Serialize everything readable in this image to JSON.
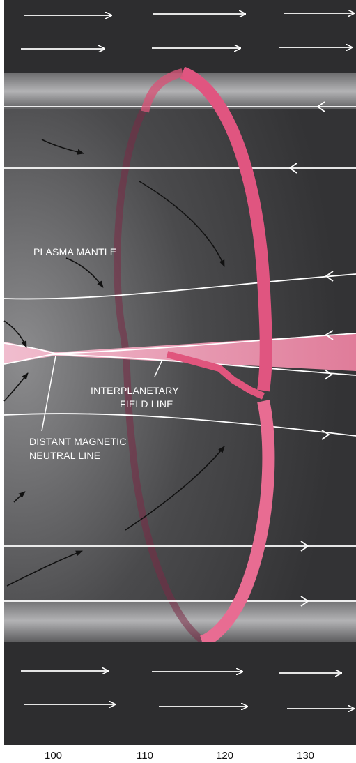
{
  "labels": {
    "plasma_mantle": "PLASMA MANTLE",
    "interplanetary_line1": "INTERPLANETARY",
    "interplanetary_line2": "FIELD LINE",
    "neutral_line1": "DISTANT MAGNETIC",
    "neutral_line2": "NEUTRAL LINE"
  },
  "axis": {
    "ticks": [
      "100",
      "110",
      "120",
      "130"
    ]
  },
  "colors": {
    "background": "#2b2b2d",
    "tube": "#9a9a9a",
    "ribbon": "#e0527a",
    "ribbon_light": "#f2a2bb",
    "field_line": "#ffffff"
  }
}
